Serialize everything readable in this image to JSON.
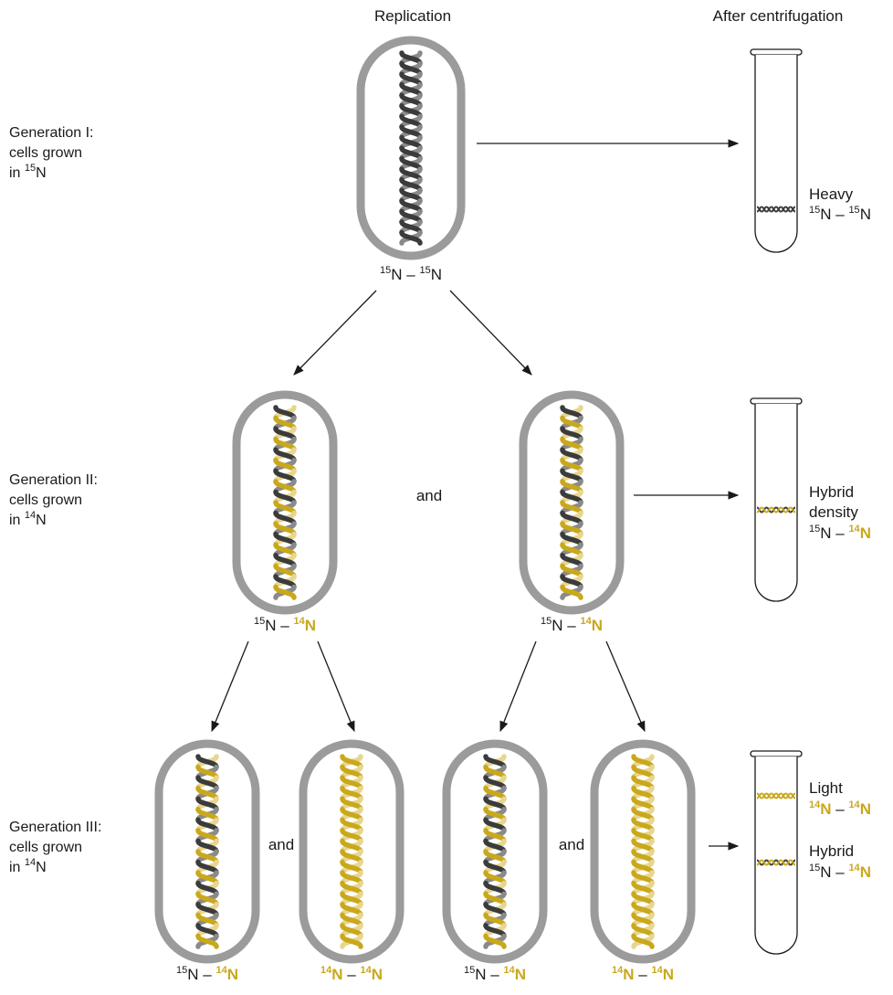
{
  "headers": {
    "replication": "Replication",
    "after_centrifugation": "After centrifugation"
  },
  "generations": [
    {
      "line1": "Generation I:",
      "line2": "cells grown",
      "line3": "in ",
      "isotope_mass": "15",
      "isotope_symbol": "N"
    },
    {
      "line1": "Generation II:",
      "line2": "cells grown",
      "line3": "in ",
      "isotope_mass": "14",
      "isotope_symbol": "N"
    },
    {
      "line1": "Generation III:",
      "line2": "cells grown",
      "line3": "in ",
      "isotope_mass": "14",
      "isotope_symbol": "N"
    }
  ],
  "connector_word": "and",
  "labels": {
    "n15_mass": "15",
    "n14_mass": "14",
    "n_symbol": "N",
    "dash": " – "
  },
  "tube_bands": {
    "heavy": "Heavy",
    "hybrid_density_1": "Hybrid",
    "hybrid_density_2": "density",
    "light": "Light",
    "hybrid": "Hybrid"
  },
  "colors": {
    "capsule_outline": "#9b9b9b",
    "strand_heavy_dark": "#3b3b3b",
    "strand_heavy_mid": "#8a8a8a",
    "strand_light_gold": "#c9a81c",
    "strand_light_pale": "#e8d690",
    "label_gold": "#c9a81c"
  },
  "cells": [
    {
      "id": "gen1",
      "strands": [
        "heavy",
        "heavy"
      ],
      "pair": [
        "15",
        "15"
      ]
    },
    {
      "id": "gen2-a",
      "strands": [
        "heavy",
        "light"
      ],
      "pair": [
        "15",
        "14"
      ]
    },
    {
      "id": "gen2-b",
      "strands": [
        "heavy",
        "light"
      ],
      "pair": [
        "15",
        "14"
      ]
    },
    {
      "id": "gen3-a",
      "strands": [
        "heavy",
        "light"
      ],
      "pair": [
        "15",
        "14"
      ]
    },
    {
      "id": "gen3-b",
      "strands": [
        "light",
        "light"
      ],
      "pair": [
        "14",
        "14"
      ]
    },
    {
      "id": "gen3-c",
      "strands": [
        "heavy",
        "light"
      ],
      "pair": [
        "15",
        "14"
      ]
    },
    {
      "id": "gen3-d",
      "strands": [
        "light",
        "light"
      ],
      "pair": [
        "14",
        "14"
      ]
    }
  ]
}
